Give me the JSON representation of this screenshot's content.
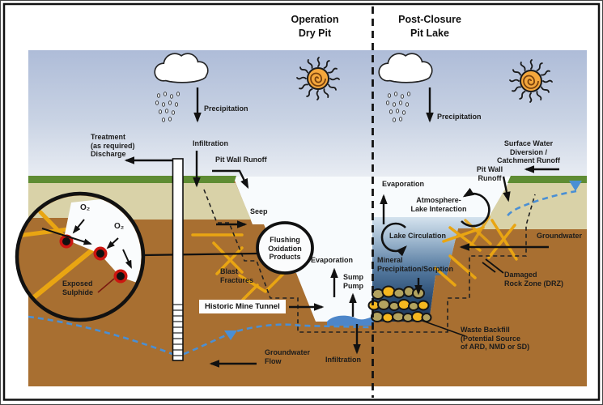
{
  "panels": {
    "left_title": "Operation\nDry Pit",
    "right_title": "Post-Closure\nPit Lake"
  },
  "labels": {
    "precipitation_left": "Precipitation",
    "treatment": "Treatment\n(as required)\nDischarge",
    "infiltration_top": "Infiltration",
    "pit_wall_runoff_left": "Pit Wall Runoff",
    "seep": "Seep",
    "flushing": "Flushing\nOxidation\nProducts",
    "blast_fractures": "Blast\nFractures",
    "evaporation_left": "Evaporation",
    "sump_pump": "Sump\nPump",
    "historic_mine_tunnel": "Historic Mine Tunnel",
    "groundwater_flow": "Groundwater\nFlow",
    "infiltration_bottom": "Infiltration",
    "o2_first": "O₂",
    "o2_second": "O₂",
    "exposed_sulphide": "Exposed\nSulphide",
    "precipitation_right": "Precipitation",
    "evaporation_right": "Evaporation",
    "atmosphere_lake": "Atmosphere-\nLake Interaction",
    "lake_circulation": "Lake Circulation",
    "pit_wall_runoff_right": "Pit Wall\nRunoff",
    "surface_water": "Surface Water Diversion /\nCatchment Runoff",
    "groundwater_right": "Groundwater",
    "mineral_precipitation": "Mineral\nPrecipitation/Sorption",
    "damaged_rock_zone": "Damaged\nRock Zone (DRZ)",
    "waste_backfill": "Waste Backfill\n(Potential Source\nof ARD, NMD or SD)"
  },
  "colors": {
    "sky_top": "#aebcd8",
    "sky_bottom": "#e9edf3",
    "pit_air": "#f8fbfd",
    "grass": "#5f8c33",
    "subsoil": "#d9d2a8",
    "soil": "#a86f31",
    "lake_top": "#d4e2ee",
    "lake_deep": "#1a3457",
    "water_table": "#4a8fd4",
    "pool": "#4d86c9",
    "sun": "#f4a73c",
    "fracture": "#e9a512",
    "rock_khaki": "#b3a35f",
    "rock_gold": "#f5b71f",
    "sulphide_ring": "#cc1610"
  }
}
